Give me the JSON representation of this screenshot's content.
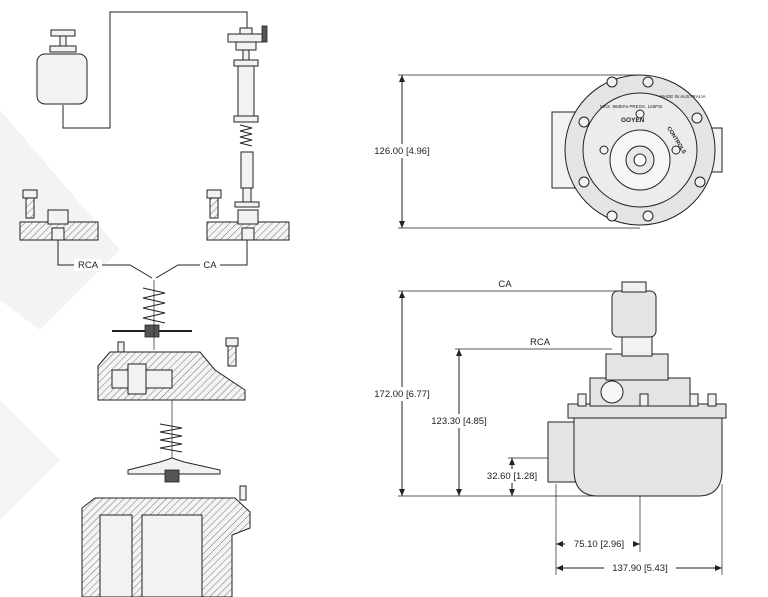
{
  "labels": {
    "rca_left": "RCA",
    "ca_left": "CA",
    "ca_right": "CA",
    "rca_right": "RCA"
  },
  "dimensions": {
    "height_top": "126.00 [4.96]",
    "height_total": "172.00 [6.77]",
    "height_rca": "123.30 [4.85]",
    "height_port": "32.60 [1.28]",
    "width_half": "75.10 [2.96]",
    "width_total": "137.90 [5.43]"
  },
  "plate_text": {
    "top_left": "MAX. 860kPa PRESS. 125PSI",
    "top_right": "MADE IN AUSTRALIA",
    "brand": "GOYEN",
    "controls": "CONTROLS"
  },
  "colors": {
    "line": "#222222",
    "fill": "#f2f2f2",
    "background_band": "#f3f3f3"
  }
}
